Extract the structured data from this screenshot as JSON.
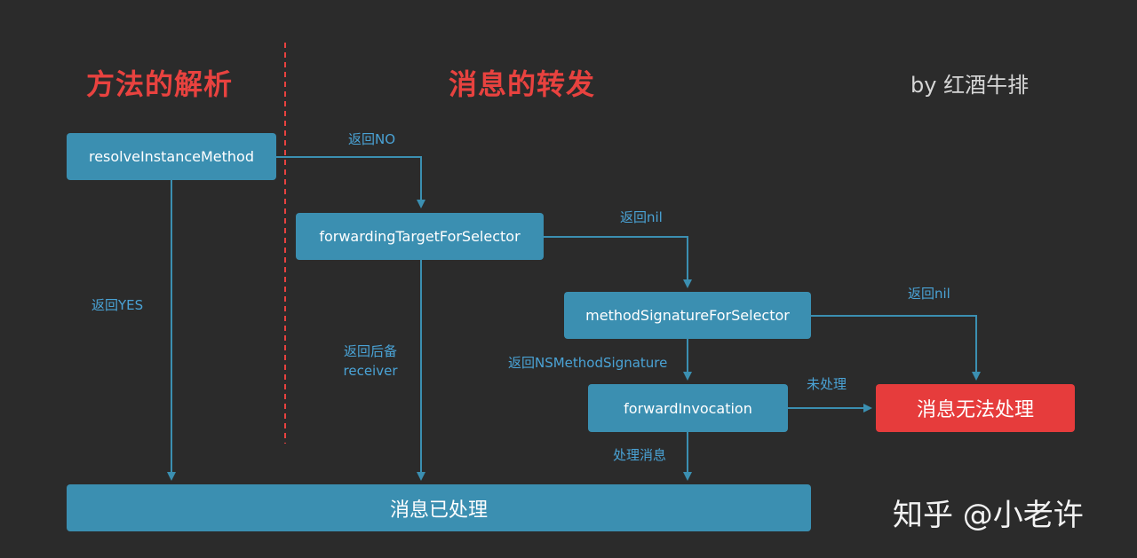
{
  "headings": {
    "resolution": "方法的解析",
    "forwarding": "消息的转发",
    "credit": "by 红酒牛排"
  },
  "nodes": {
    "resolve": "resolveInstanceMethod",
    "forwarding_target": "forwardingTargetForSelector",
    "method_signature": "methodSignatureForSelector",
    "forward_invocation": "forwardInvocation",
    "cannot_handle": "消息无法处理",
    "handled": "消息已处理"
  },
  "edge_labels": {
    "return_no": "返回NO",
    "return_nil_1": "返回nil",
    "return_nil_2": "返回nil",
    "return_yes": "返回YES",
    "return_backup_line1": "返回后备",
    "return_backup_line2": "receiver",
    "return_ns_method_signature": "返回NSMethodSignature",
    "unhandled": "未处理",
    "handle_message": "处理消息"
  },
  "watermark": "知乎 @小老许",
  "colors": {
    "background": "#2b2b2b",
    "node": "#3b8fb1",
    "danger": "#e63c3c",
    "heading": "#e8423f",
    "edge_label": "#4aa3d6",
    "arrow": "#3b8fb1"
  }
}
